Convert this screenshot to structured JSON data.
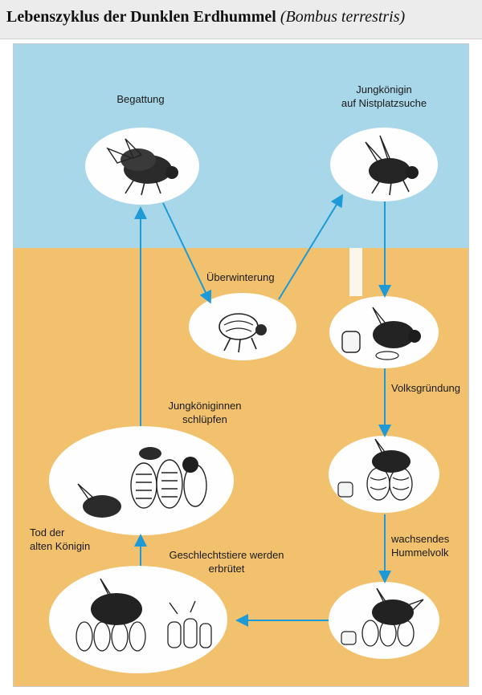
{
  "title": {
    "main": "Lebenszyklus der Dunklen Erdhummel",
    "scientific": "(Bombus terrestris)"
  },
  "labels": {
    "begattung": "Begattung",
    "jungkoenigin": "Jungkönigin\nauf Nistplatzsuche",
    "ueberwinterung": "Überwinterung",
    "volksgruendung": "Volksgründung",
    "jungkoeniginnen": "Jungköniginnen\nschlüpfen",
    "tod": "Tod der\nalten Königin",
    "wachsendes": "wachsendes\nHummelvolk",
    "geschlechtstiere": "Geschlechtstiere werden\nerbrütet"
  },
  "colors": {
    "sky": "#a9d7ea",
    "ground": "#f2c16e",
    "arrow": "#1e9ad6",
    "stage_fill": "#fefefe"
  }
}
